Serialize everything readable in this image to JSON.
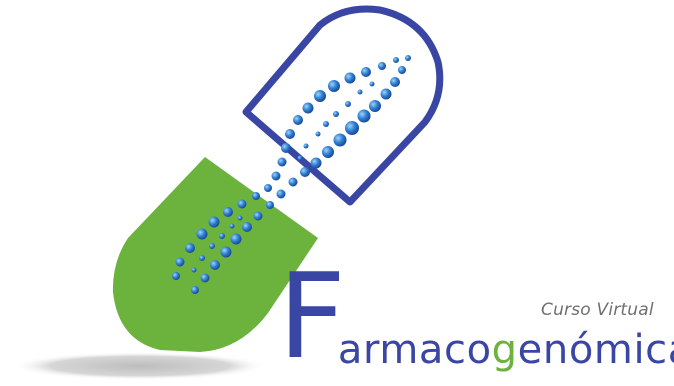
{
  "logo": {
    "subtitle": "Curso Virtual",
    "title_initial": "F",
    "title_part1": "armaco",
    "title_highlight": "g",
    "title_part2": "enómica",
    "colors": {
      "blue": "#3a46a3",
      "green": "#6cb33e",
      "dna": "#2f7fd0",
      "gray_text": "#6f6f6f",
      "shadow": "#d2d2d2"
    },
    "icons": [
      "capsule-icon",
      "dna-helix-icon"
    ]
  }
}
